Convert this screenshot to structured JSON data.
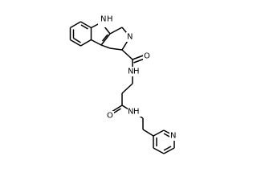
{
  "structure": {
    "atoms": {
      "indole_nh": "N",
      "indole_h": "H",
      "ring_n": "N",
      "carbonyl_o1": "O",
      "amide_n1": "N",
      "amide_h1": "H",
      "carbonyl_o2": "O",
      "amide_n2": "N",
      "amide_h2": "H",
      "pyridine_n": "N"
    }
  }
}
